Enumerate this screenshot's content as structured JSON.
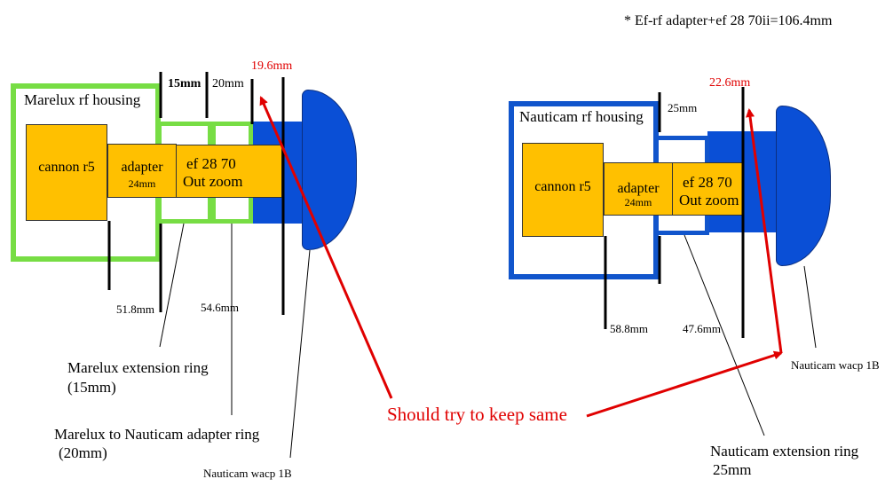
{
  "note": "* Ef-rf adapter+ef 28 70ii=106.4mm",
  "left": {
    "housing_label": "Marelux rf housing",
    "camera_label": "cannon r5",
    "adapter_label": "adapter",
    "adapter_size": "24mm",
    "lens_line1": "ef 28 70",
    "lens_line2": "Out zoom",
    "dim_15": "15mm",
    "dim_20": "20mm",
    "dim_19_6": "19.6mm",
    "dim_51_8": "51.8mm",
    "dim_54_6": "54.6mm",
    "ext_ring_line1": "Marelux extension ring",
    "ext_ring_line2": "(15mm)",
    "adapter_ring_line1": "Marelux to Nauticam adapter ring",
    "adapter_ring_line2": "(20mm)",
    "port_label": "Nauticam wacp 1B"
  },
  "right": {
    "housing_label": "Nauticam rf housing",
    "camera_label": "cannon r5",
    "adapter_label": "adapter",
    "adapter_size": "24mm",
    "lens_line1": "ef 28 70",
    "lens_line2": "Out zoom",
    "dim_25": "25mm",
    "dim_22_6": "22.6mm",
    "dim_58_8": "58.8mm",
    "dim_47_6": "47.6mm",
    "port_label": "Nauticam wacp 1B",
    "ext_ring_line1": "Nauticam extension ring",
    "ext_ring_line2": "25mm"
  },
  "callout": "Should try to keep same",
  "colors": {
    "marelux_green": "#77dd44",
    "nauticam_blue": "#1155cc",
    "port_blue": "#0a4fd6",
    "component_orange": "#ffc000",
    "arrow_red": "#e00000"
  }
}
